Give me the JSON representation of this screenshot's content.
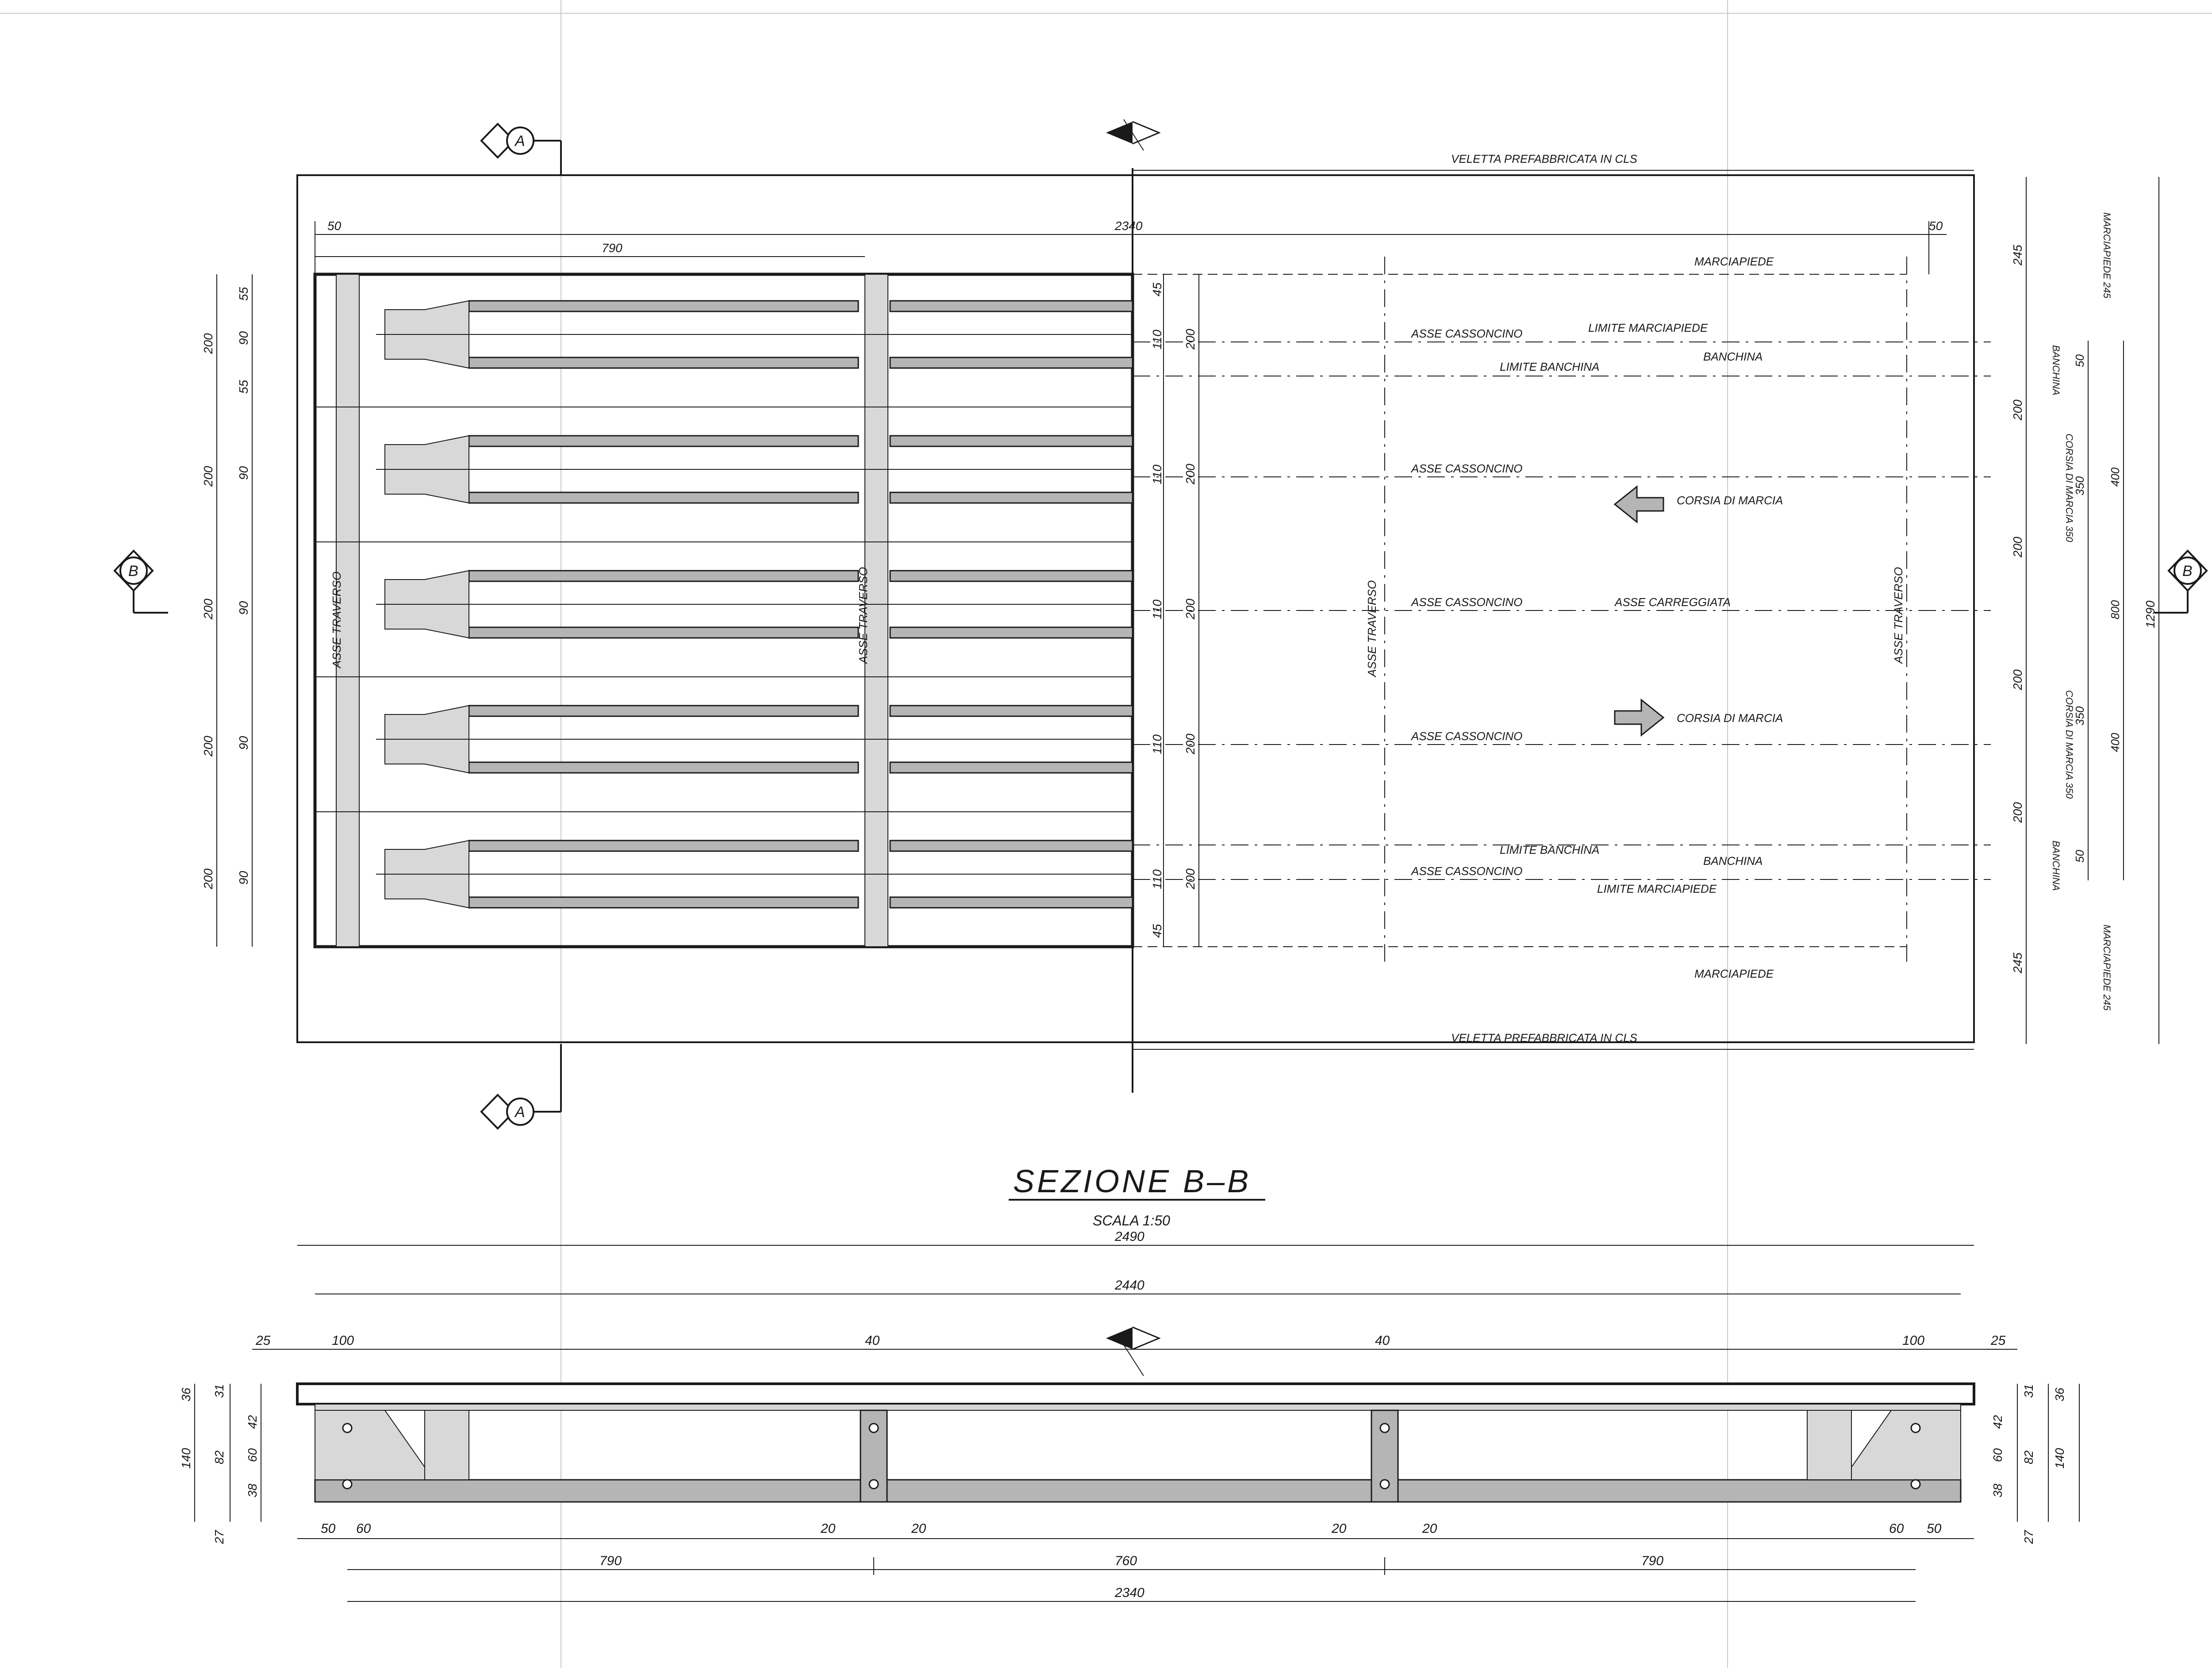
{
  "plan": {
    "section_marks": {
      "a": "A",
      "b": "B"
    },
    "labels": {
      "veletta_top": "VELETTA PREFABBRICATA IN CLS",
      "veletta_bottom": "VELETTA PREFABBRICATA IN CLS",
      "marciapiede_top": "MARCIAPIEDE",
      "marciapiede_bottom": "MARCIAPIEDE",
      "asse_cassoncino": "ASSE CASSONCINO",
      "limite_marciapiede": "LIMITE MARCIAPIEDE",
      "limite_banchina": "LIMITE BANCHINA",
      "banchina": "BANCHINA",
      "corsia_di_marcia": "CORSIA DI MARCIA",
      "asse_carreggiata": "ASSE CARREGGIATA",
      "asse_traverso": "ASSE TRAVERSO"
    },
    "top_dims": {
      "d50_left": "50",
      "d790": "790",
      "d2340": "2340",
      "d50_right": "50"
    },
    "left_dims": {
      "d200": "200",
      "d55": "55",
      "d90": "90"
    },
    "mid_dims": {
      "d45": "45",
      "d110": "110",
      "d200": "200"
    },
    "right_dims": {
      "d245": "245",
      "d200": "200",
      "d50": "50",
      "d350": "350",
      "d400": "400",
      "d800": "800",
      "d1290": "1290",
      "marciapiede_245": "MARCIAPIEDE 245",
      "banchina": "BANCHINA",
      "corsia_marcia_350": "CORSIA DI MARCIA 350"
    }
  },
  "section": {
    "title": "SEZIONE B–B",
    "scale": "SCALA 1:50",
    "dims": {
      "d2490": "2490",
      "d2440": "2440",
      "d25": "25",
      "d100": "100",
      "d40": "40",
      "d36": "36",
      "d31": "31",
      "d42": "42",
      "d140": "140",
      "d82": "82",
      "d60": "60",
      "d38": "38",
      "d27": "27",
      "d50": "50",
      "d20": "20",
      "d790": "790",
      "d760": "760",
      "d2340": "2340"
    }
  }
}
